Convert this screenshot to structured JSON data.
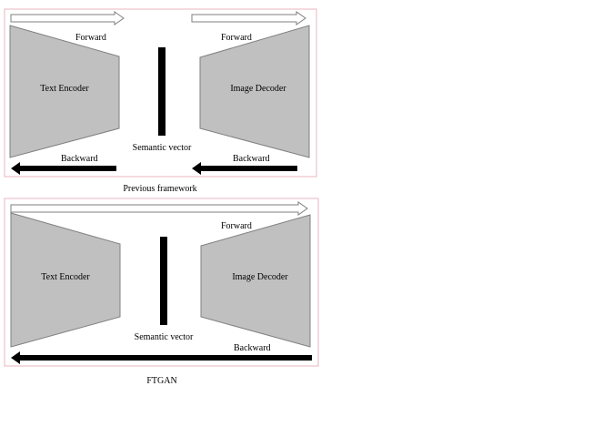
{
  "panels": [
    {
      "caption": "Previous framework",
      "encoder_label": "Text Encoder",
      "decoder_label": "Image Decoder",
      "vector_label": "Semantic vector",
      "forward_left_label": "Forward",
      "forward_right_label": "Forward",
      "backward_left_label": "Backward",
      "backward_right_label": "Backward"
    },
    {
      "caption": "FTGAN",
      "encoder_label": "Text Encoder",
      "decoder_label": "Image Decoder",
      "vector_label": "Semantic vector",
      "forward_label": "Forward",
      "backward_label": "Backward"
    }
  ],
  "colors": {
    "block_fill": "#c0c0c0",
    "block_stroke": "#7f7f7f",
    "panel_border": "#e8b4c0",
    "arrow_solid": "#000000"
  }
}
